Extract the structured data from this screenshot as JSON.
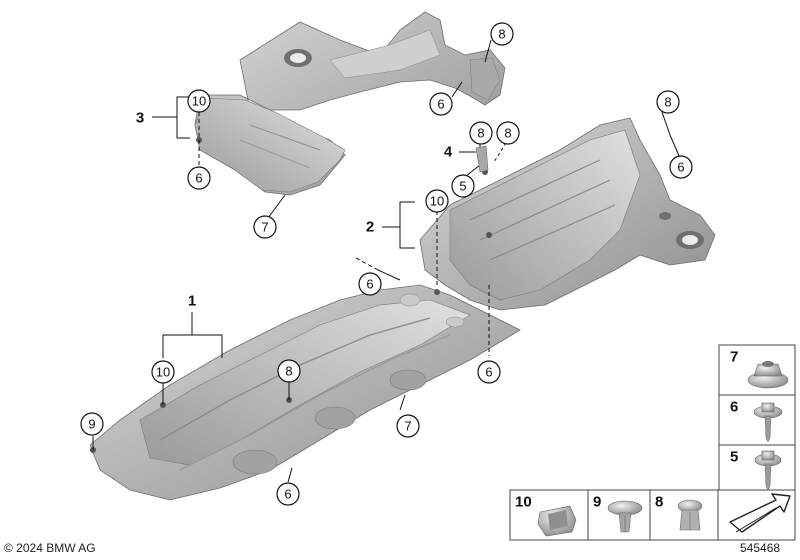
{
  "callouts": {
    "c8a": "8",
    "c6a": "6",
    "c10a": "10",
    "c6b": "6",
    "c7a": "7",
    "c8b": "8",
    "c6c": "6",
    "c8c": "8",
    "c8d": "8",
    "c5a": "5",
    "c10b": "10",
    "c6d": "6",
    "c10c": "10",
    "c8e": "8",
    "c9a": "9",
    "c7b": "7",
    "c6e": "6",
    "c6f": "6"
  },
  "groups": {
    "g1": "1",
    "g2": "2",
    "g3": "3",
    "g4": "4"
  },
  "legend": {
    "items": [
      {
        "label": "7",
        "icon": "flange-nut"
      },
      {
        "label": "6",
        "icon": "flange-screw"
      },
      {
        "label": "5",
        "icon": "self-tapping-screw"
      },
      {
        "label": "10",
        "icon": "spring-clip-nut"
      },
      {
        "label": "9",
        "icon": "expanding-rivet"
      },
      {
        "label": "8",
        "icon": "push-rivet"
      }
    ],
    "arrow_icon": "front-direction-arrow"
  },
  "footer": {
    "copyright": "© 2024 BMW AG",
    "diagram_number": "545468"
  },
  "colors": {
    "part_fill": "#b9b9b9",
    "part_dark": "#8d8d8d",
    "part_light": "#d8d8d8",
    "legend_border": "#444444"
  }
}
